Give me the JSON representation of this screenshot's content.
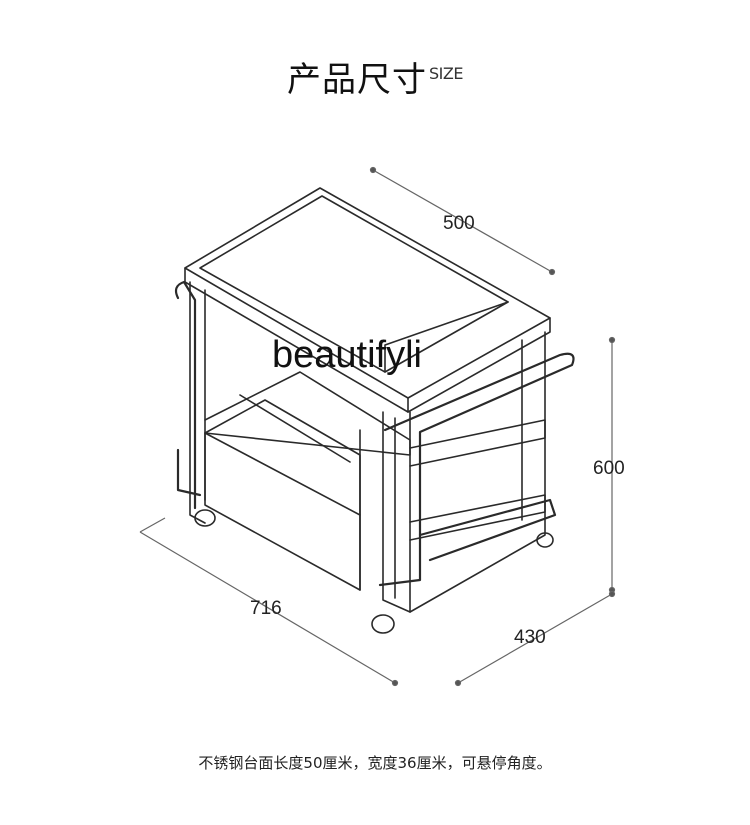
{
  "title": {
    "main": "产品尺寸",
    "sub": "SIZE"
  },
  "dimensions": {
    "width": "500",
    "height": "600",
    "depth": "430",
    "length": "716"
  },
  "watermark": "beautifyli",
  "caption": "不锈钢台面长度50厘米，宽度36厘米，可悬停角度。",
  "colors": {
    "line": "#2a2a2a",
    "dimension": "#555555"
  }
}
